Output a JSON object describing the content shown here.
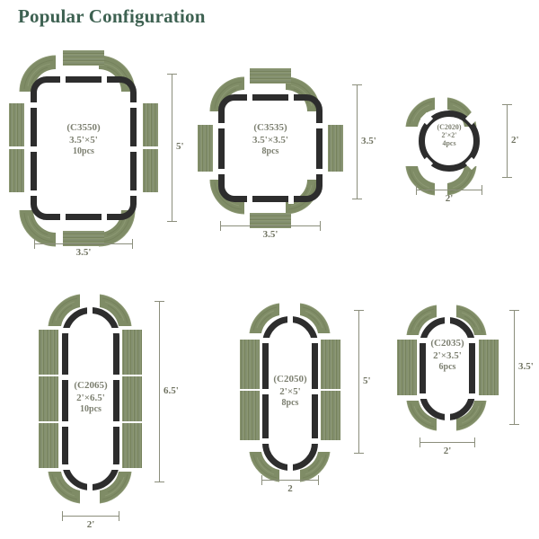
{
  "page": {
    "title": "Popular Configuration",
    "title_color": "#3d6151",
    "background": "#ffffff",
    "frame_color": "#2d2d2d",
    "cushion_color": "#7f8c66",
    "dimension_color": "#8b8e7c",
    "label_color": "#7c7f70"
  },
  "configurations": [
    {
      "id": "c3550",
      "code": "(C3550)",
      "size": "3.5'×5'",
      "pieces": "10pcs",
      "shape": "rounded-rectangle",
      "width_label": "3.5'",
      "height_label": "5'",
      "corner_pieces": 4,
      "top_pieces": 1,
      "bottom_pieces": 1,
      "left_pieces": 2,
      "right_pieces": 2
    },
    {
      "id": "c3535",
      "code": "(C3535)",
      "size": "3.5'×3.5'",
      "pieces": "8pcs",
      "shape": "rounded-square",
      "width_label": "3.5'",
      "height_label": "3.5'",
      "corner_pieces": 4,
      "top_pieces": 1,
      "bottom_pieces": 1,
      "left_pieces": 1,
      "right_pieces": 1
    },
    {
      "id": "c2020",
      "code": "(C2020)",
      "size": "2'×2'",
      "pieces": "4pcs",
      "shape": "circle",
      "width_label": "2'",
      "height_label": "2'",
      "corner_pieces": 4,
      "top_pieces": 0,
      "bottom_pieces": 0,
      "left_pieces": 0,
      "right_pieces": 0
    },
    {
      "id": "c2065",
      "code": "(C2065)",
      "size": "2'×6.5'",
      "pieces": "10pcs",
      "shape": "stadium",
      "width_label": "2'",
      "height_label": "6.5'",
      "corner_pieces": 4,
      "top_pieces": 0,
      "bottom_pieces": 0,
      "left_pieces": 3,
      "right_pieces": 3
    },
    {
      "id": "c2050",
      "code": "(C2050)",
      "size": "2'×5'",
      "pieces": "8pcs",
      "shape": "stadium",
      "width_label": "2",
      "height_label": "5'",
      "corner_pieces": 4,
      "top_pieces": 0,
      "bottom_pieces": 0,
      "left_pieces": 2,
      "right_pieces": 2
    },
    {
      "id": "c2035",
      "code": "(C2035)",
      "size": "2'×3.5'",
      "pieces": "6pcs",
      "shape": "stadium",
      "width_label": "2'",
      "height_label": "3.5'",
      "corner_pieces": 4,
      "top_pieces": 0,
      "bottom_pieces": 0,
      "left_pieces": 1,
      "right_pieces": 1
    }
  ]
}
